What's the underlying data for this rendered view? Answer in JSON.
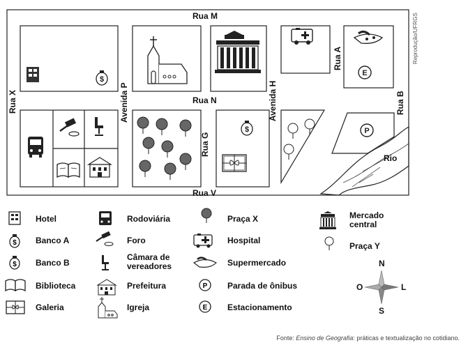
{
  "map": {
    "streets": {
      "rua_m": "Rua M",
      "rua_n": "Rua N",
      "rua_v": "Rua V",
      "rua_x": "Rua X",
      "rua_a": "Rua A",
      "rua_b": "Rua B",
      "rua_g": "Rua G",
      "avenida_p": "Avenida P",
      "avenida_h": "Avenida H"
    },
    "river_label": "Rio",
    "credit": "Reprodução/UFRGS"
  },
  "legend": {
    "hotel": "Hotel",
    "banco_a": "Banco A",
    "banco_b": "Banco B",
    "biblioteca": "Biblioteca",
    "galeria": "Galeria",
    "rodoviaria": "Rodoviária",
    "foro": "Foro",
    "camara_l1": "Câmara de",
    "camara_l2": "vereadores",
    "prefeitura": "Prefeitura",
    "igreja": "Igreja",
    "praca_x": "Praça X",
    "hospital": "Hospital",
    "supermercado": "Supermercado",
    "parada": "Parada de ônibus",
    "estacionamento": "Estacionamento",
    "mercado_l1": "Mercado",
    "mercado_l2": "central",
    "praca_y": "Praça Y"
  },
  "compass": {
    "n": "N",
    "s": "S",
    "o": "O",
    "l": "L"
  },
  "symbols": {
    "parada": "P",
    "estacionamento": "E",
    "banco": "$"
  },
  "source": {
    "prefix": "Fonte: ",
    "title": "Ensino de Geografia",
    "rest": ": práticas e textualização no cotidiano."
  }
}
